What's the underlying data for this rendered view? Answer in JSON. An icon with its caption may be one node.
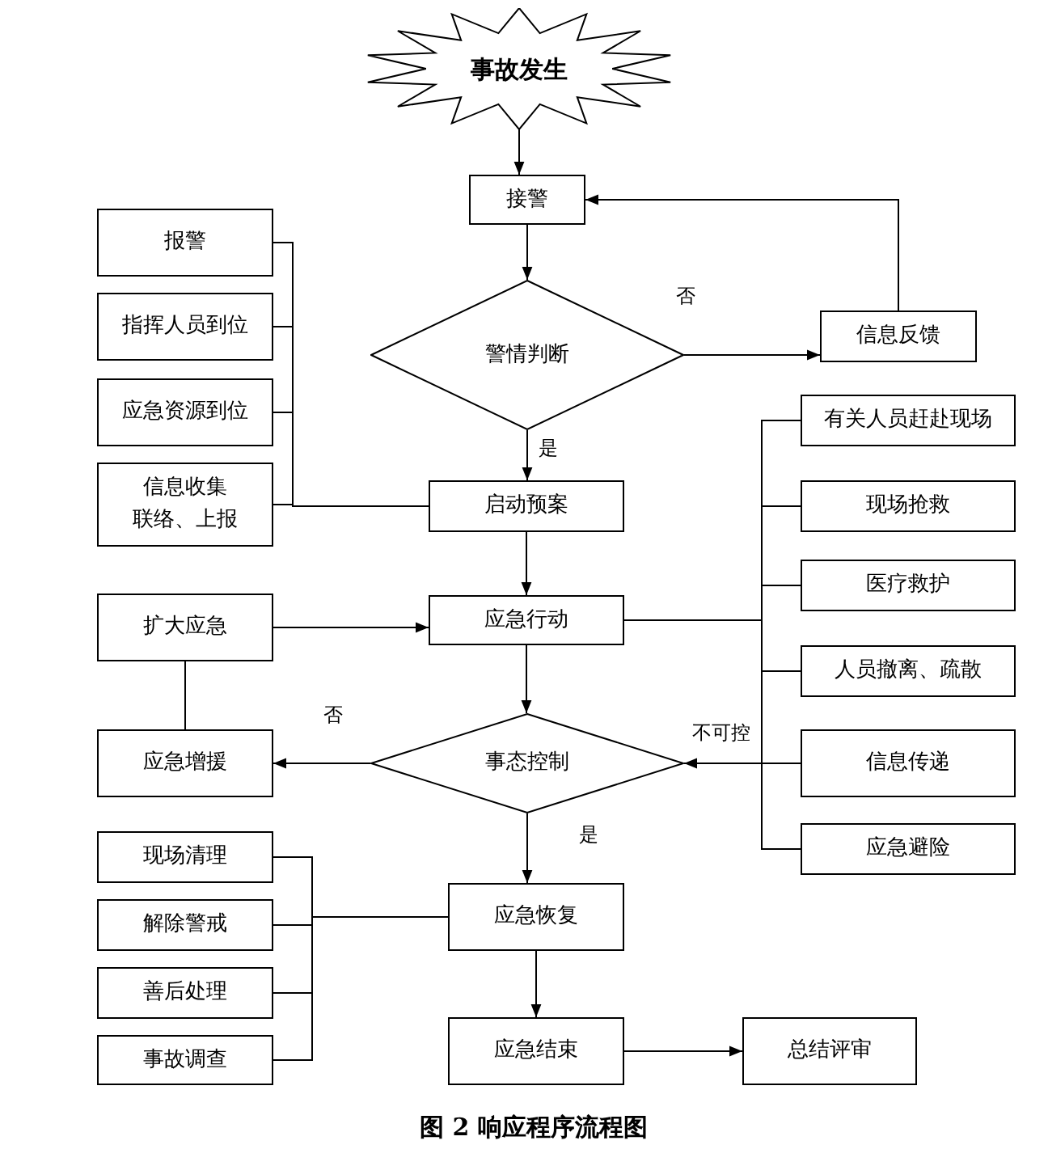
{
  "diagram": {
    "caption": "图 2 响应程序流程图",
    "nodes": [
      {
        "text": [
          "事故发生"
        ]
      },
      {
        "text": [
          "接警"
        ]
      },
      {
        "text": [
          "报警"
        ]
      },
      {
        "text": [
          "指挥人员到位"
        ]
      },
      {
        "text": [
          "警情判断"
        ]
      },
      {
        "text": [
          "信息反馈"
        ]
      },
      {
        "text": [
          "应急资源到位"
        ]
      },
      {
        "text": [
          "有关人员赶赴现场"
        ]
      },
      {
        "text": [
          "信息收集",
          "联络、上报"
        ]
      },
      {
        "text": [
          "启动预案"
        ]
      },
      {
        "text": [
          "现场抢救"
        ]
      },
      {
        "text": [
          "医疗救护"
        ]
      },
      {
        "text": [
          "扩大应急"
        ]
      },
      {
        "text": [
          "应急行动"
        ]
      },
      {
        "text": [
          "人员撤离、疏散"
        ]
      },
      {
        "text": [
          "应急增援"
        ]
      },
      {
        "text": [
          "事态控制"
        ]
      },
      {
        "text": [
          "信息传递"
        ]
      },
      {
        "text": [
          "现场清理"
        ]
      },
      {
        "text": [
          "应急避险"
        ]
      },
      {
        "text": [
          "应急恢复"
        ]
      },
      {
        "text": [
          "解除警戒"
        ]
      },
      {
        "text": [
          "善后处理"
        ]
      },
      {
        "text": [
          "事故调查"
        ]
      },
      {
        "text": [
          "应急结束"
        ]
      },
      {
        "text": [
          "总结评审"
        ]
      }
    ],
    "edges": [
      {
        "from": 0,
        "to": 1,
        "arrow": "to"
      },
      {
        "from": 1,
        "to": 4,
        "arrow": "to"
      },
      {
        "from": 4,
        "to": 5,
        "arrow": "to",
        "label": "否"
      },
      {
        "from": 5,
        "to": 1,
        "arrow": "to"
      },
      {
        "from": 4,
        "to": 9,
        "arrow": "to",
        "label": "是"
      },
      {
        "from": 2,
        "to": 9,
        "arrow": "none"
      },
      {
        "from": 3,
        "to": 9,
        "arrow": "none"
      },
      {
        "from": 6,
        "to": 9,
        "arrow": "none"
      },
      {
        "from": 8,
        "to": 9,
        "arrow": "none"
      },
      {
        "from": 9,
        "to": 13,
        "arrow": "to"
      },
      {
        "from": 12,
        "to": 13,
        "arrow": "to"
      },
      {
        "from": 12,
        "to": 15,
        "arrow": "none"
      },
      {
        "from": 13,
        "to": 7,
        "arrow": "none"
      },
      {
        "from": 13,
        "to": 10,
        "arrow": "none"
      },
      {
        "from": 13,
        "to": 11,
        "arrow": "none"
      },
      {
        "from": 13,
        "to": 14,
        "arrow": "none"
      },
      {
        "from": 13,
        "to": 17,
        "arrow": "none"
      },
      {
        "from": 13,
        "to": 19,
        "arrow": "none"
      },
      {
        "from": 17,
        "to": 16,
        "arrow": "to",
        "label": "不可控"
      },
      {
        "from": 13,
        "to": 16,
        "arrow": "to"
      },
      {
        "from": 16,
        "to": 15,
        "arrow": "to",
        "label": "否"
      },
      {
        "from": 16,
        "to": 20,
        "arrow": "to",
        "label": "是"
      },
      {
        "from": 18,
        "to": 20,
        "arrow": "none"
      },
      {
        "from": 21,
        "to": 20,
        "arrow": "none"
      },
      {
        "from": 22,
        "to": 20,
        "arrow": "none"
      },
      {
        "from": 23,
        "to": 20,
        "arrow": "none"
      },
      {
        "from": 20,
        "to": 24,
        "arrow": "to"
      },
      {
        "from": 24,
        "to": 25,
        "arrow": "to"
      }
    ]
  }
}
